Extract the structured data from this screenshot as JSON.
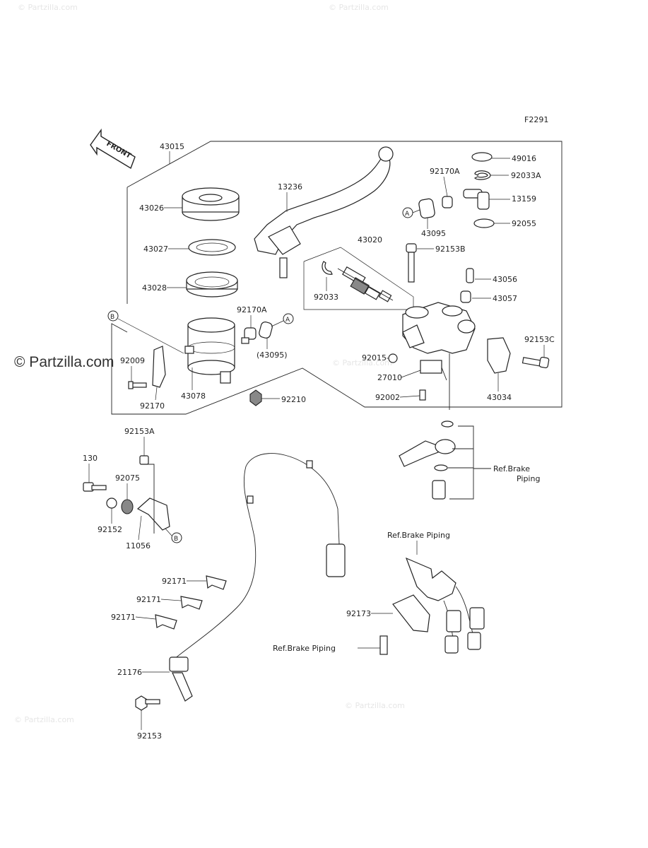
{
  "figure_code": "F2291",
  "front_label": "FRONT",
  "watermark": {
    "main": "© Partzilla.com",
    "faint": [
      "© Partzilla.com",
      "© Partzilla.com",
      "© Partzilla.com",
      "© Partzilla.com",
      "© Partzilla.com"
    ]
  },
  "parts": {
    "p43015": "43015",
    "p13236": "13236",
    "p43026": "43026",
    "p43027": "43027",
    "p43028": "43028",
    "p43020": "43020",
    "p92170A_top": "92170A",
    "p92170A_mid": "92170A",
    "p49016": "49016",
    "p92033A": "92033A",
    "p13159": "13159",
    "p92055": "92055",
    "p43095": "43095",
    "p43095_paren": "(43095)",
    "p92153B": "92153B",
    "p43056": "43056",
    "p43057": "43057",
    "p92033": "92033",
    "p92153C": "92153C",
    "p92009": "92009",
    "p92170": "92170",
    "p43078": "43078",
    "p92210": "92210",
    "p92015": "92015",
    "p27010": "27010",
    "p92002": "92002",
    "p43034": "43034",
    "p92153A": "92153A",
    "p130": "130",
    "p92075": "92075",
    "p92152": "92152",
    "p11056": "11056",
    "p92171_a": "92171",
    "p92171_b": "92171",
    "p92171_c": "92171",
    "p92173": "92173",
    "p21176": "21176",
    "p92153": "92153"
  },
  "refs": {
    "ref_brake_piping_right_1": "Ref.Brake",
    "ref_brake_piping_right_2": "Piping",
    "ref_brake_piping_top": "Ref.Brake Piping",
    "ref_brake_piping_bottom": "Ref.Brake Piping"
  },
  "markers": {
    "A1": "A",
    "A2": "A",
    "B1": "B",
    "B2": "B"
  }
}
